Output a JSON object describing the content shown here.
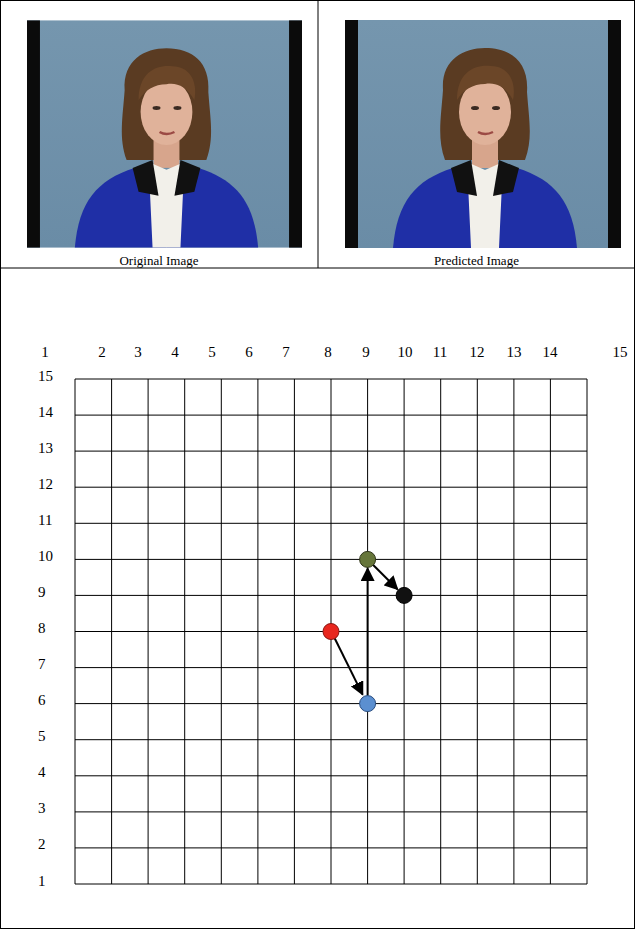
{
  "diagram": {
    "labels": [
      "Original Image",
      "Predicted Image",
      "1",
      "2",
      "3",
      "4",
      "5",
      "6",
      "7",
      "8",
      "9",
      "10",
      "11",
      "12",
      "13",
      "14",
      "15",
      "15",
      "14",
      "13",
      "12",
      "11",
      "10",
      "9",
      "8",
      "7",
      "6",
      "5",
      "4",
      "3",
      "2",
      "1"
    ]
  }
}
